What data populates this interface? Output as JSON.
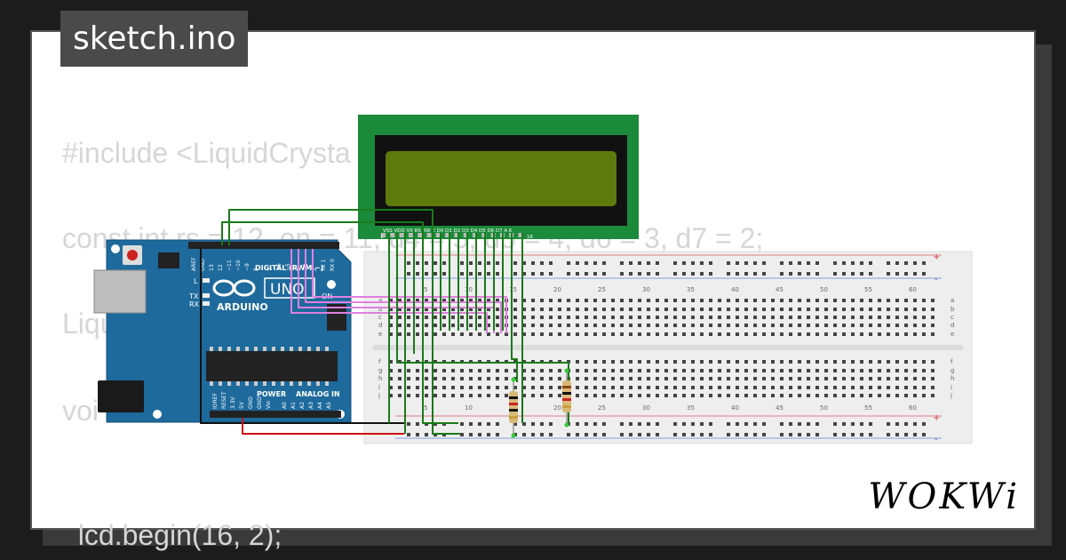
{
  "tab": {
    "title": "sketch.ino"
  },
  "code": {
    "line1": "#include <LiquidCrysta",
    "line2": "const int rs = 12, en = 11, d4 = 5, d5 = 4, d6 = 3, d7 = 2;",
    "line3": "Liqu",
    "line4": "voi",
    "line5": "  lcd.begin(16, 2);"
  },
  "arduino": {
    "model": "UNO",
    "brand": "ARDUINO",
    "on_label": "ON",
    "tx_label": "TX",
    "rx_label": "RX",
    "l_label": "L",
    "aref_label": "AREF",
    "gnd_label": "GND",
    "digital_label": "DIGITAL (PWM ~)",
    "power_label": "POWER",
    "analog_label": "ANALOG IN",
    "power_pins": [
      "IOREF",
      "RESET",
      "3.3V",
      "5V",
      "GND",
      "GND",
      "Vin"
    ],
    "analog_pins": [
      "A0",
      "A1",
      "A2",
      "A3",
      "A4",
      "A5"
    ],
    "digital_pins": [
      "13",
      "12",
      "~11",
      "~10",
      "~9",
      "8",
      "7",
      "~6",
      "~5",
      "4",
      "~3",
      "2",
      "TX 1",
      "RX 0"
    ]
  },
  "lcd": {
    "pins_label": "VSS VDD V0 RS RW E D0 D1 D2 D3 D4 D5 D6 D7 A K",
    "pin_first": "1",
    "pin_last": "16"
  },
  "breadboard": {
    "column_numbers": [
      "5",
      "10",
      "15",
      "20",
      "25",
      "30",
      "35",
      "40",
      "45",
      "50",
      "55",
      "60"
    ],
    "row_letters_top": [
      "a",
      "b",
      "c",
      "d",
      "e"
    ],
    "row_letters_bottom": [
      "f",
      "g",
      "h",
      "i",
      "j"
    ],
    "plus": "+",
    "minus": "-"
  },
  "colors": {
    "board": "#1e6a9c",
    "lcd_frame": "#1b8a3a",
    "lcd_screen": "#5d7a0c",
    "wire_green": "#1a7a1a",
    "wire_pink": "#e080e0",
    "wire_red": "#cc1111",
    "wire_black": "#111111"
  },
  "logo": {
    "text": "WOKWi"
  }
}
